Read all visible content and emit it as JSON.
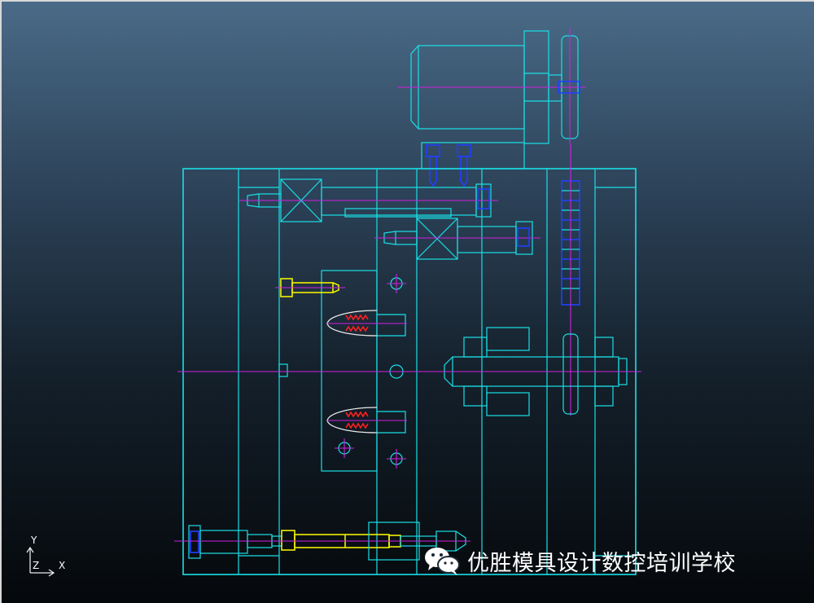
{
  "viewport": {
    "background": "#1a2733"
  },
  "axis_triad": {
    "y_label": "Y",
    "z_label": "Z",
    "x_label": "X"
  },
  "watermark": {
    "icon": "wechat-icon",
    "text": "优胜模具设计数控培训学校"
  },
  "colors": {
    "outline": "#19e0e6",
    "centerline": "#d020e0",
    "screws": "#2040ff",
    "ejector": "#f0f000",
    "thread": "#ff2020",
    "cavity": "#e8e8e8"
  }
}
